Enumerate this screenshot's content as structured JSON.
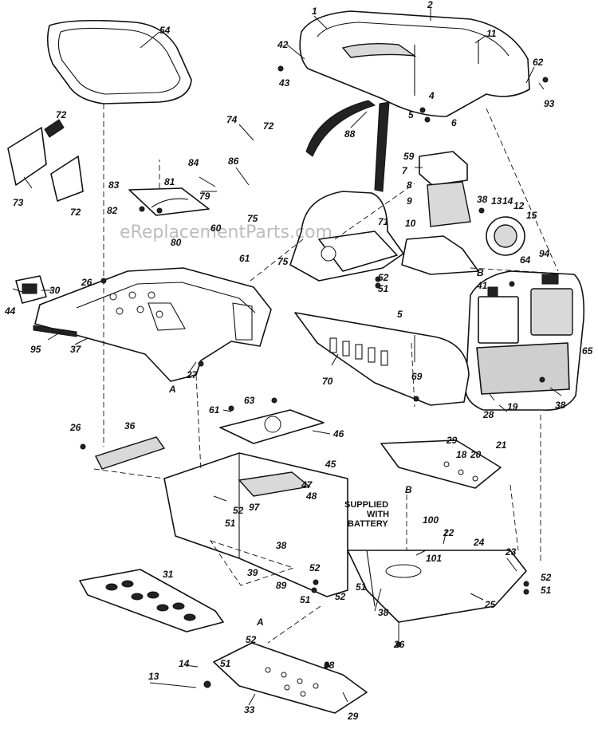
{
  "watermark": "eReplacementParts.com",
  "supplied_note": [
    "SUPPLIED",
    "WITH",
    "BATTERY"
  ],
  "fender_letters": [
    "A",
    "B"
  ],
  "labels": {
    "n1": "1",
    "n2": "2",
    "n4": "4",
    "n5a": "5",
    "n5b": "5",
    "n6": "6",
    "n7": "7",
    "n8": "8",
    "n9": "9",
    "n10": "10",
    "n11": "11",
    "n12": "12",
    "n13a": "13",
    "n13b": "13",
    "n14a": "14",
    "n14b": "14",
    "n15": "15",
    "n18": "18",
    "n19": "19",
    "n20": "20",
    "n21": "21",
    "n22": "22",
    "n23": "23",
    "n24": "24",
    "n25": "25",
    "n26a": "26",
    "n26b": "26",
    "n26c": "26",
    "n27": "27",
    "n28": "28",
    "n29a": "29",
    "n29b": "29",
    "n30": "30",
    "n31": "31",
    "n33": "33",
    "n36": "36",
    "n37": "37",
    "n38a": "38",
    "n38b": "38",
    "n38c": "38",
    "n38d": "38",
    "n38e": "38",
    "n39": "39",
    "n41": "41",
    "n42": "42",
    "n43": "43",
    "n44": "44",
    "n45": "45",
    "n46": "46",
    "n47": "47",
    "n48": "48",
    "n51a": "51",
    "n51b": "51",
    "n51c": "51",
    "n51d": "51",
    "n51e": "51",
    "n51f": "51",
    "n52a": "52",
    "n52b": "52",
    "n52c": "52",
    "n52d": "52",
    "n52e": "52",
    "n52f": "52",
    "n54": "54",
    "n59": "59",
    "n60": "60",
    "n61a": "61",
    "n61b": "61",
    "n62": "62",
    "n63": "63",
    "n64": "64",
    "n65": "65",
    "n69": "69",
    "n70": "70",
    "n71": "71",
    "n72a": "72",
    "n72b": "72",
    "n72c": "72",
    "n73": "73",
    "n74": "74",
    "n75a": "75",
    "n75b": "75",
    "n79": "79",
    "n80": "80",
    "n81": "81",
    "n82": "82",
    "n83": "83",
    "n84": "84",
    "n86": "86",
    "n88": "88",
    "n89": "89",
    "n93": "93",
    "n94": "94",
    "n95": "95",
    "n97": "97",
    "n100": "100",
    "n101": "101"
  }
}
